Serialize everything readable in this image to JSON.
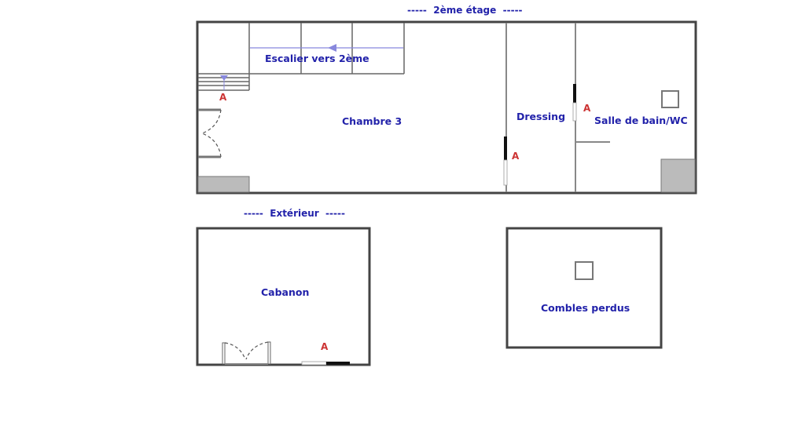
{
  "sections": {
    "floor2": {
      "title": "-----  2ème étage  -----"
    },
    "exterior": {
      "title": "-----  Extérieur  -----"
    }
  },
  "rooms": {
    "stairs": {
      "label": "Escalier vers 2ème"
    },
    "chambre3": {
      "label": "Chambre 3"
    },
    "dressing": {
      "label": "Dressing"
    },
    "bathroom": {
      "label": "Salle de bain/WC"
    },
    "cabanon": {
      "label": "Cabanon"
    },
    "combles": {
      "label": "Combles perdus"
    }
  },
  "markers": {
    "symbol": "A",
    "items": [
      {
        "id": "stairs-marker",
        "label": "A"
      },
      {
        "id": "chambre3-window-marker",
        "label": "A"
      },
      {
        "id": "dressing-window-marker",
        "label": "A"
      },
      {
        "id": "cabanon-window-marker",
        "label": "A"
      }
    ]
  },
  "colors": {
    "label": "#2222aa",
    "marker": "#cc3333",
    "wall": "#444444",
    "inner_wall": "#888888",
    "fill": "#bbbbbb",
    "arrow": "#8888dd"
  }
}
